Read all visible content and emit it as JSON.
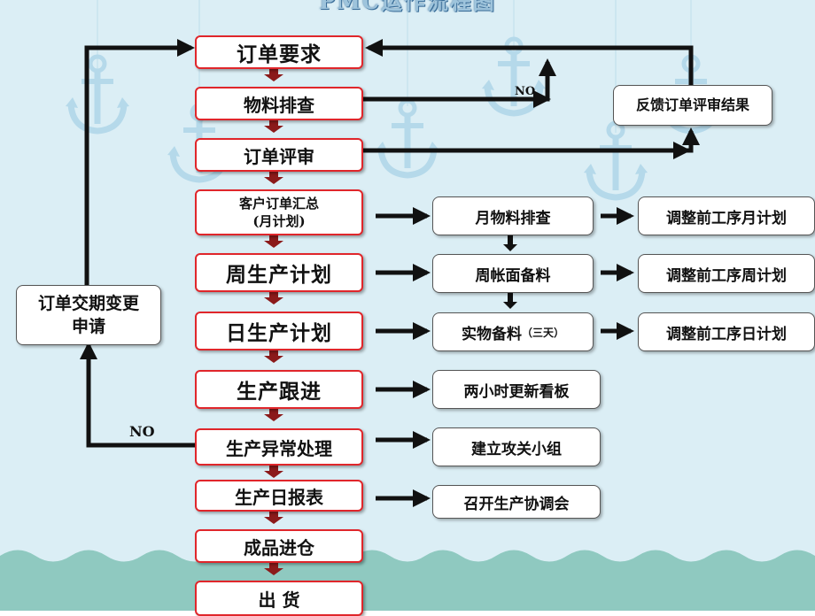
{
  "title": "PMC运作流程图",
  "colors": {
    "background": "#dbeef5",
    "sea": "#8fc9c0",
    "main_border": "#e0262b",
    "arrow": "#111111",
    "down_arrow": "#8b1a1a"
  },
  "main_flow": [
    {
      "id": "order",
      "label": "订单要求"
    },
    {
      "id": "material",
      "label": "物料排查"
    },
    {
      "id": "review",
      "label": "订单评审"
    },
    {
      "id": "summary",
      "label": "客户订单汇总",
      "sublabel": "(月计划)"
    },
    {
      "id": "weekly",
      "label": "周生产计划"
    },
    {
      "id": "daily",
      "label": "日生产计划"
    },
    {
      "id": "tracking",
      "label": "生产跟进"
    },
    {
      "id": "exception",
      "label": "生产异常处理"
    },
    {
      "id": "report",
      "label": "生产日报表"
    },
    {
      "id": "warehouse",
      "label": "成品进仓"
    },
    {
      "id": "shipping",
      "label": "出 货"
    }
  ],
  "middle_steps": [
    {
      "label": "月物料排查"
    },
    {
      "label": "周帐面备料"
    },
    {
      "label": "实物备料",
      "note": "（三天）"
    },
    {
      "label": "两小时更新看板"
    },
    {
      "label": "建立攻关小组"
    },
    {
      "label": "召开生产协调会"
    }
  ],
  "right_steps": [
    {
      "label": "调整前工序月计划"
    },
    {
      "label": "调整前工序周计划"
    },
    {
      "label": "调整前工序日计划"
    }
  ],
  "feedback": {
    "label": "反馈订单评审结果"
  },
  "change_request": {
    "line1": "订单交期变更",
    "line2": "申请"
  },
  "no_labels": {
    "material": "NO",
    "exception": "NO"
  }
}
